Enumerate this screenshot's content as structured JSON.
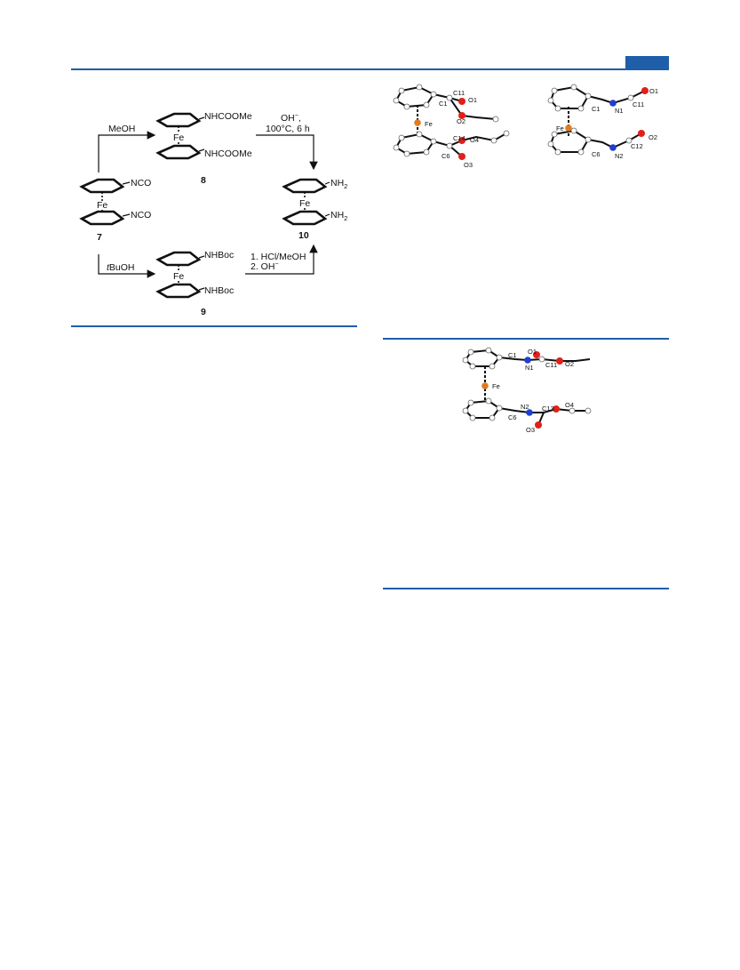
{
  "header": {
    "accent_color": "#1f5ea8"
  },
  "scheme": {
    "reagents": {
      "meoh": "MeOH",
      "tbuoh_italic": "t",
      "tbuoh_rest": "BuOH",
      "oh_line1": "OH",
      "oh_line1_sup": "−",
      "oh_line1_tail": ",",
      "oh_line2": "100°C, 6 h",
      "hcl_line1": "1. HCl/MeOH",
      "hcl_line2": "2. OH",
      "hcl_line2_sup": "−"
    },
    "substituents": {
      "nco_top": "NCO",
      "nco_bottom": "NCO",
      "nhcocome_top": "NHCOOMe",
      "nhcocome_bottom": "NHCOOMe",
      "nhboc_top": "NHBoc",
      "nhboc_bottom": "NHBoc",
      "nh2_top_main": "NH",
      "nh2_top_sub": "2",
      "nh2_bottom_main": "NH",
      "nh2_bottom_sub": "2"
    },
    "iron": "Fe",
    "compounds": {
      "c7": "7",
      "c8": "8",
      "c9": "9",
      "c10": "10"
    }
  },
  "ortep_a": {
    "labels": {
      "c11": "C11",
      "o1": "O1",
      "c1": "C1",
      "o2": "O2",
      "fe": "Fe",
      "c14": "C14",
      "o4": "O4",
      "c6": "C6",
      "o3": "O3"
    }
  },
  "ortep_b": {
    "labels": {
      "o1": "O1",
      "c1": "C1",
      "n1": "N1",
      "c11": "C11",
      "fe": "Fe",
      "o2": "O2",
      "c12": "C12",
      "c6": "C6",
      "n2": "N2"
    }
  },
  "ortep_c": {
    "labels": {
      "o1": "O1",
      "c1": "C1",
      "n1": "N1",
      "c11": "C11",
      "o2": "O2",
      "fe": "Fe",
      "n2": "N2",
      "c13": "C13",
      "o4": "O4",
      "c6": "C6",
      "o3": "O3"
    }
  },
  "atom_colors": {
    "iron": "#e07b1f",
    "oxygen": "#e0201a",
    "nitrogen": "#1f3fd0"
  }
}
